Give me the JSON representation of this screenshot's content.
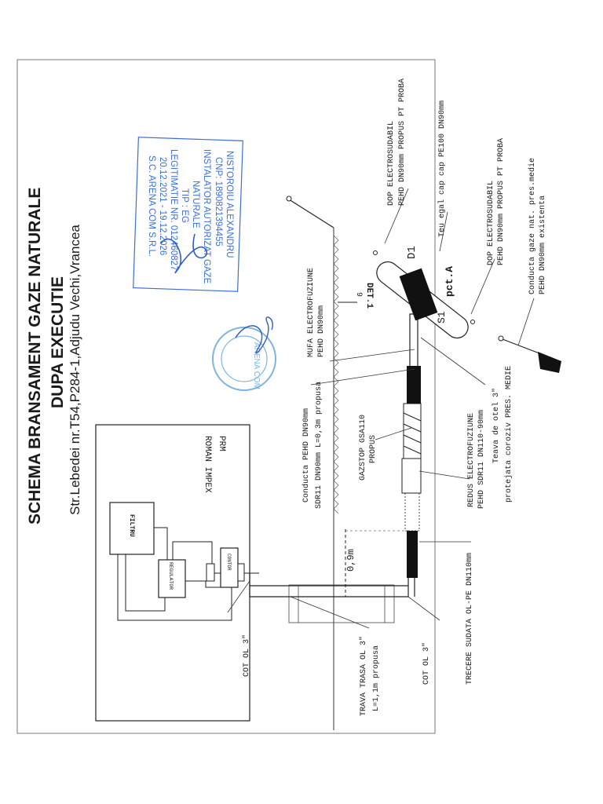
{
  "title": {
    "line1": "SCHEMA BRANSAMENT GAZE NATURALE",
    "line2": "DUPA EXECUTIE",
    "address": "Str.Lebedei nr.T54,P284-1,Adjudu Vechi,Vrancea"
  },
  "stamp": {
    "lines": [
      "NISTOROIU ALEXANDRU",
      "CNP: 1890821394455",
      "INSTALATOR AUTORIZAT GAZE",
      "NATURALE",
      "TIP : EG",
      "LEGITIMATIE NR. 012460827",
      "20.12.2021 - 19.12.2026",
      "S.C. ARENA COM S.R.L."
    ],
    "seal_text": "ARENA COM",
    "color": "#3b6fd6"
  },
  "prm": {
    "label": "PRM",
    "maker": "ROMAN IMPEX",
    "filter_label": "FILTRU",
    "regulator_label": "REGULATOR",
    "meter_label": "CONTOR"
  },
  "annotations": {
    "dop_top": [
      "DOP ELECTROSUDABIL",
      "PEHD DN90mm PROPUS PT PROBA"
    ],
    "teu": "Teu egal cap cap PE100 DN90mm",
    "d1": "D1",
    "dop_right": [
      "DOP ELECTROSUDABIL",
      "PEHD DN90mm PROPUS PT PROBA"
    ],
    "pct_a": "pct.A",
    "s1": "S1",
    "det1": "DET.1",
    "det_num": "9",
    "existenta": [
      "Conducta gaze nat. pres.medie",
      "PEHD DN90mm existenta"
    ],
    "mufa": [
      "MUFA ELECTROFUZIUNE",
      "PEHD DN90mm"
    ],
    "teava_otel": [
      "Teava de otel 3\"",
      "protejata coroziv PRES. MEDIE"
    ],
    "conducta": [
      "Conducta PEHD DN90mm",
      "SDR11 DN90mm L=0,3m propusa"
    ],
    "gazstop": [
      "GAZSTOP GSA110",
      "PROPUS"
    ],
    "reducs": [
      "REDUS ELECTROFUZIUNE",
      "PEHD SDR11 DN110-90mm"
    ],
    "depth": "0,9m",
    "trecere": "TRECERE SUDATA OL-PE DN110mm",
    "cot_right": "COT OL 3\"",
    "cot_left": "COT OL 3\"",
    "trava": [
      "TRAVA TRASA OL 3\"",
      "L=1,1m propusa"
    ]
  }
}
